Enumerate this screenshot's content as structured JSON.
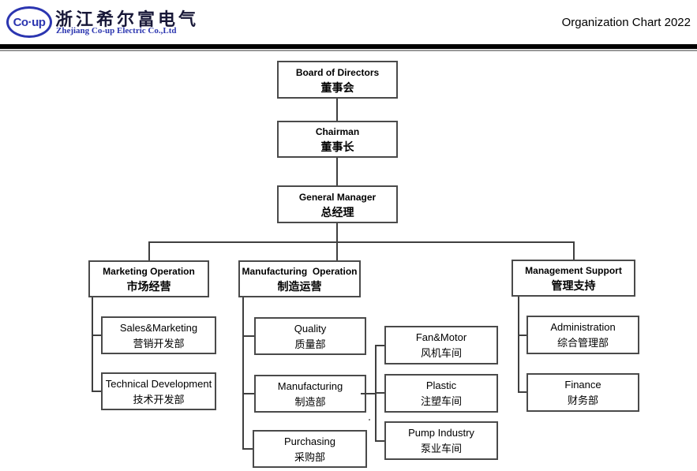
{
  "header": {
    "logo": {
      "mark": "Co·up",
      "company_zh": "浙江希尔富电气",
      "company_en": "Zhejiang Co-up Electric Co.,Ltd",
      "brand_color": "#2b35b0"
    },
    "title": "Organization Chart 2022"
  },
  "chart": {
    "type": "org-chart",
    "nodes": {
      "board": {
        "en": "Board of Directors",
        "zh": "董事会"
      },
      "chairman": {
        "en": "Chairman",
        "zh": "董事长"
      },
      "general_manager": {
        "en": "General Manager",
        "zh": "总经理"
      },
      "marketing_op": {
        "en": "Marketing Operation",
        "zh": "市场经营"
      },
      "manufacturing_op": {
        "en": "Manufacturing  Operation",
        "zh": "制造运营"
      },
      "management_sup": {
        "en": "Management Support",
        "zh": "管理支持"
      },
      "sales_marketing": {
        "en": "Sales&Marketing",
        "zh": "营销开发部"
      },
      "technical_dev": {
        "en": "Technical Development",
        "zh": "技术开发部"
      },
      "quality": {
        "en": "Quality",
        "zh": "质量部"
      },
      "manufacturing": {
        "en": "Manufacturing",
        "zh": "制造部"
      },
      "purchasing": {
        "en": "Purchasing",
        "zh": "采购部"
      },
      "fan_motor": {
        "en": "Fan&Motor",
        "zh": "风机车间"
      },
      "plastic": {
        "en": "Plastic",
        "zh": "注塑车间"
      },
      "pump_industry": {
        "en": "Pump Industry",
        "zh": "泵业车间"
      },
      "administration": {
        "en": "Administration",
        "zh": "综合管理部"
      },
      "finance": {
        "en": "Finance",
        "zh": "财务部"
      }
    },
    "hierarchy": {
      "board": [
        "chairman"
      ],
      "chairman": [
        "general_manager"
      ],
      "general_manager": [
        "marketing_op",
        "manufacturing_op",
        "management_sup"
      ],
      "marketing_op": [
        "sales_marketing",
        "technical_dev"
      ],
      "manufacturing_op": [
        "quality",
        "manufacturing",
        "purchasing"
      ],
      "manufacturing": [
        "fan_motor",
        "plastic",
        "pump_industry"
      ],
      "management_sup": [
        "administration",
        "finance"
      ]
    }
  }
}
